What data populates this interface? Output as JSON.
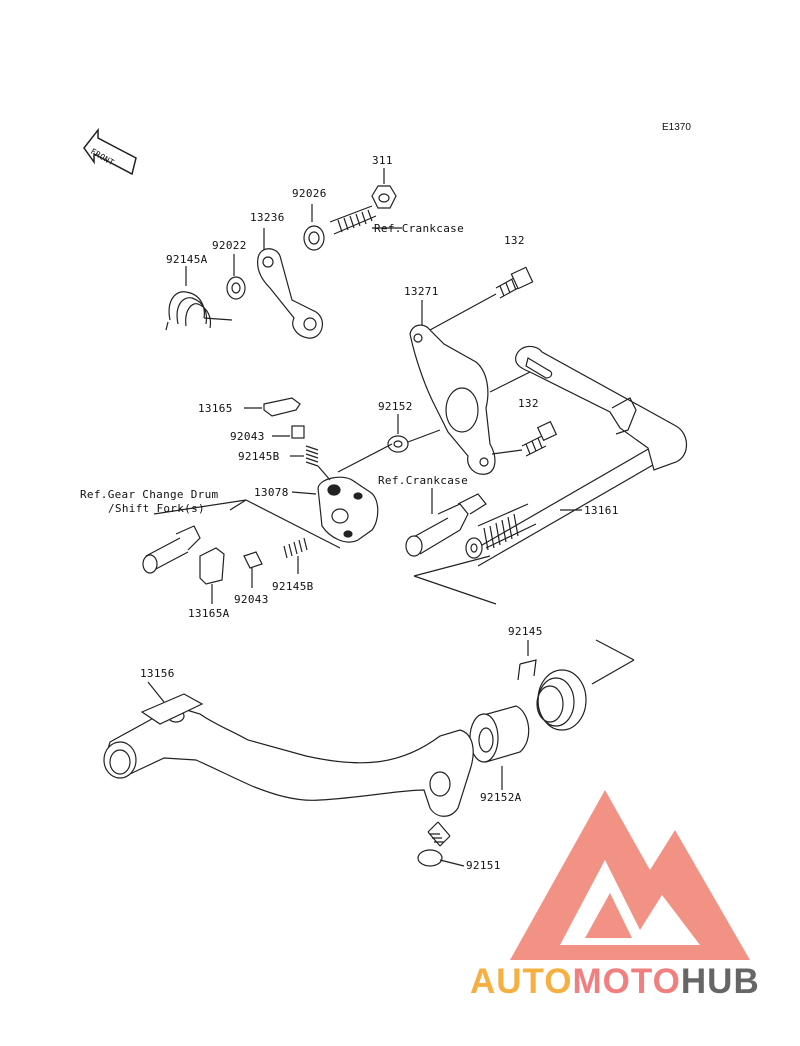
{
  "diagram_code": "E1370",
  "front_marker": "FRONT",
  "parts": [
    {
      "id": "p311",
      "label": "311"
    },
    {
      "id": "p92026",
      "label": "92026"
    },
    {
      "id": "p13236",
      "label": "13236"
    },
    {
      "id": "p92022",
      "label": "92022"
    },
    {
      "id": "p92145A",
      "label": "92145A"
    },
    {
      "id": "p132a",
      "label": "132"
    },
    {
      "id": "p13271",
      "label": "13271"
    },
    {
      "id": "p13165",
      "label": "13165"
    },
    {
      "id": "p92152",
      "label": "92152"
    },
    {
      "id": "p132b",
      "label": "132"
    },
    {
      "id": "p92043a",
      "label": "92043"
    },
    {
      "id": "p92145Ba",
      "label": "92145B"
    },
    {
      "id": "p13078",
      "label": "13078"
    },
    {
      "id": "p13161",
      "label": "13161"
    },
    {
      "id": "p92145Bb",
      "label": "92145B"
    },
    {
      "id": "p92043b",
      "label": "92043"
    },
    {
      "id": "p13165A",
      "label": "13165A"
    },
    {
      "id": "p92145",
      "label": "92145"
    },
    {
      "id": "p13156",
      "label": "13156"
    },
    {
      "id": "p92152A",
      "label": "92152A"
    },
    {
      "id": "p92151",
      "label": "92151"
    }
  ],
  "references": {
    "crankcase_top": "Ref.Crankcase",
    "crankcase_mid": "Ref.Crankcase",
    "gear_drum_line1": "Ref.Gear Change Drum",
    "gear_drum_line2": "/Shift Fork(s)"
  },
  "watermark": {
    "part1": "AUTO",
    "part2": "MOTO",
    "part3": "HUB",
    "color1": "#f5b041",
    "color2": "#f08080",
    "color3": "#666666",
    "logo_color": "#f08070"
  }
}
